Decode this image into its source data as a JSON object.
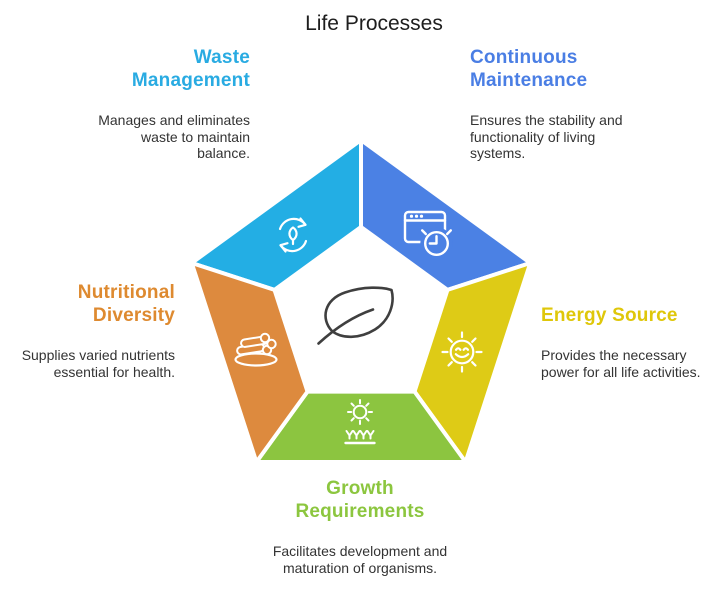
{
  "title": "Life Processes",
  "center": {
    "icon": "leaf-icon"
  },
  "colors": {
    "background": "#ffffff",
    "body_text": "#333333",
    "title_text": "#1e1e1e",
    "center_leaf_stroke": "#3f3f3f",
    "gap_stroke": "#ffffff"
  },
  "segments": [
    {
      "name": "Waste Management",
      "description": "Manages and eliminates waste to maintain balance.",
      "fill": "#23AEE4",
      "label_color": "#29ABE2",
      "icon": "recycle-leaf-icon",
      "position": "top-left"
    },
    {
      "name": "Continuous Maintenance",
      "description": "Ensures the stability and functionality of living systems.",
      "fill": "#4B81E4",
      "label_color": "#4A7EE4",
      "icon": "window-clock-icon",
      "position": "top-right"
    },
    {
      "name": "Energy Source",
      "description": "Provides the necessary power for all life activities.",
      "fill": "#DECB16",
      "label_color": "#DFC70A",
      "icon": "sun-smiley-icon",
      "position": "right"
    },
    {
      "name": "Growth Requirements",
      "description": "Facilitates development and maturation of organisms.",
      "fill": "#8CC540",
      "label_color": "#8CC63F",
      "icon": "sprout-sun-icon",
      "position": "bottom"
    },
    {
      "name": "Nutritional Diversity",
      "description": "Supplies varied nutrients essential for health.",
      "fill": "#DD8A3E",
      "label_color": "#DE8A30",
      "icon": "food-plate-icon",
      "position": "left"
    }
  ]
}
